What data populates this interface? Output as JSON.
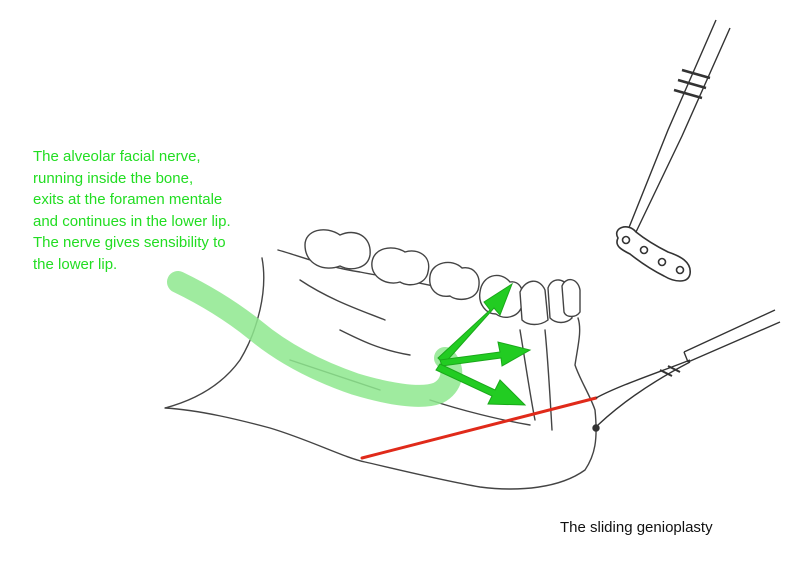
{
  "annotation": {
    "lines": [
      "The alveolar facial nerve,",
      "running inside the bone,",
      "exits at the foramen mentale",
      "and continues in the lower lip.",
      "The nerve gives sensibility to",
      "the lower lip."
    ],
    "color": "#22dd22"
  },
  "caption": "The sliding genioplasty",
  "colors": {
    "nerve_path": "#8ee88e",
    "arrows": "#22cc22",
    "osteotomy_line": "#e02a1a",
    "line_art": "#444444"
  },
  "icons": [
    "forceps-icon",
    "fixation-plate-icon",
    "retractor-icon"
  ]
}
